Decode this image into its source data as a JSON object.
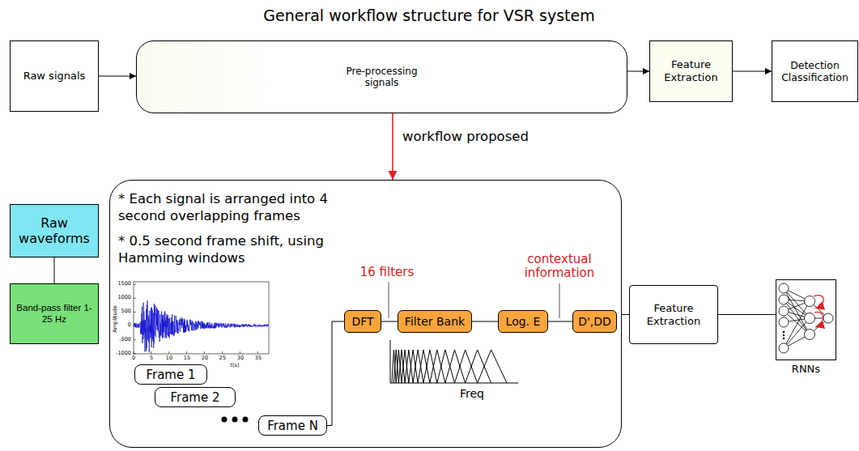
{
  "diagram": {
    "title": "General workflow structure for VSR system",
    "nodes": [
      {
        "text": [
          "Raw signals"
        ]
      },
      {
        "text": [
          "Pre-processing signals"
        ]
      },
      {
        "text": [
          "Feature Extraction"
        ]
      },
      {
        "text": [
          "Detection Classification"
        ]
      },
      {
        "text": [
          "Raw waveforms"
        ]
      },
      {
        "text": [
          "Band-pass filter 1-25 Hz"
        ]
      },
      {
        "text": [
          "* Each signal is arranged into 4 second overlapping frames",
          "* 0.5 second frame shift, using Hamming windows"
        ]
      },
      {
        "text": [
          "Frame 1"
        ],
        "in": 6
      },
      {
        "text": [
          "Frame 2"
        ],
        "in": 6
      },
      {
        "text": [
          "Frame N"
        ],
        "in": 6
      },
      {
        "text": [
          "DFT"
        ],
        "in": 6
      },
      {
        "text": [
          "Filter Bank"
        ],
        "in": 6
      },
      {
        "text": [
          "Log. E"
        ],
        "in": 6
      },
      {
        "text": [
          "D',DD"
        ],
        "in": 6
      },
      {
        "text": [
          "Feature Extraction"
        ]
      },
      {
        "text": [
          "RNNs"
        ]
      }
    ],
    "edges": [
      {
        "from": 0,
        "to": 1,
        "arrow": "to"
      },
      {
        "from": 1,
        "to": 2,
        "arrow": "to"
      },
      {
        "from": 2,
        "to": 3,
        "arrow": "to"
      },
      {
        "from": 1,
        "to": 6,
        "label": "workflow proposed",
        "arrow": "to"
      },
      {
        "from": 4,
        "to": 5,
        "arrow": "none"
      },
      {
        "from": 9,
        "to": 10,
        "arrow": "none"
      },
      {
        "from": 10,
        "to": 11,
        "arrow": "none"
      },
      {
        "from": 11,
        "to": 12,
        "arrow": "none"
      },
      {
        "from": 12,
        "to": 13,
        "arrow": "none"
      },
      {
        "from": 6,
        "to": 14,
        "arrow": "none"
      },
      {
        "from": 14,
        "to": 15,
        "arrow": "none"
      }
    ],
    "labels": [
      "16 filters",
      "contextual information",
      "Freq",
      "1500",
      "1000",
      "500",
      "0",
      "-500",
      "-1000",
      "Amplitude",
      "0",
      "5",
      "10",
      "15",
      "20",
      "25",
      "30",
      "35",
      "t(s)"
    ]
  }
}
